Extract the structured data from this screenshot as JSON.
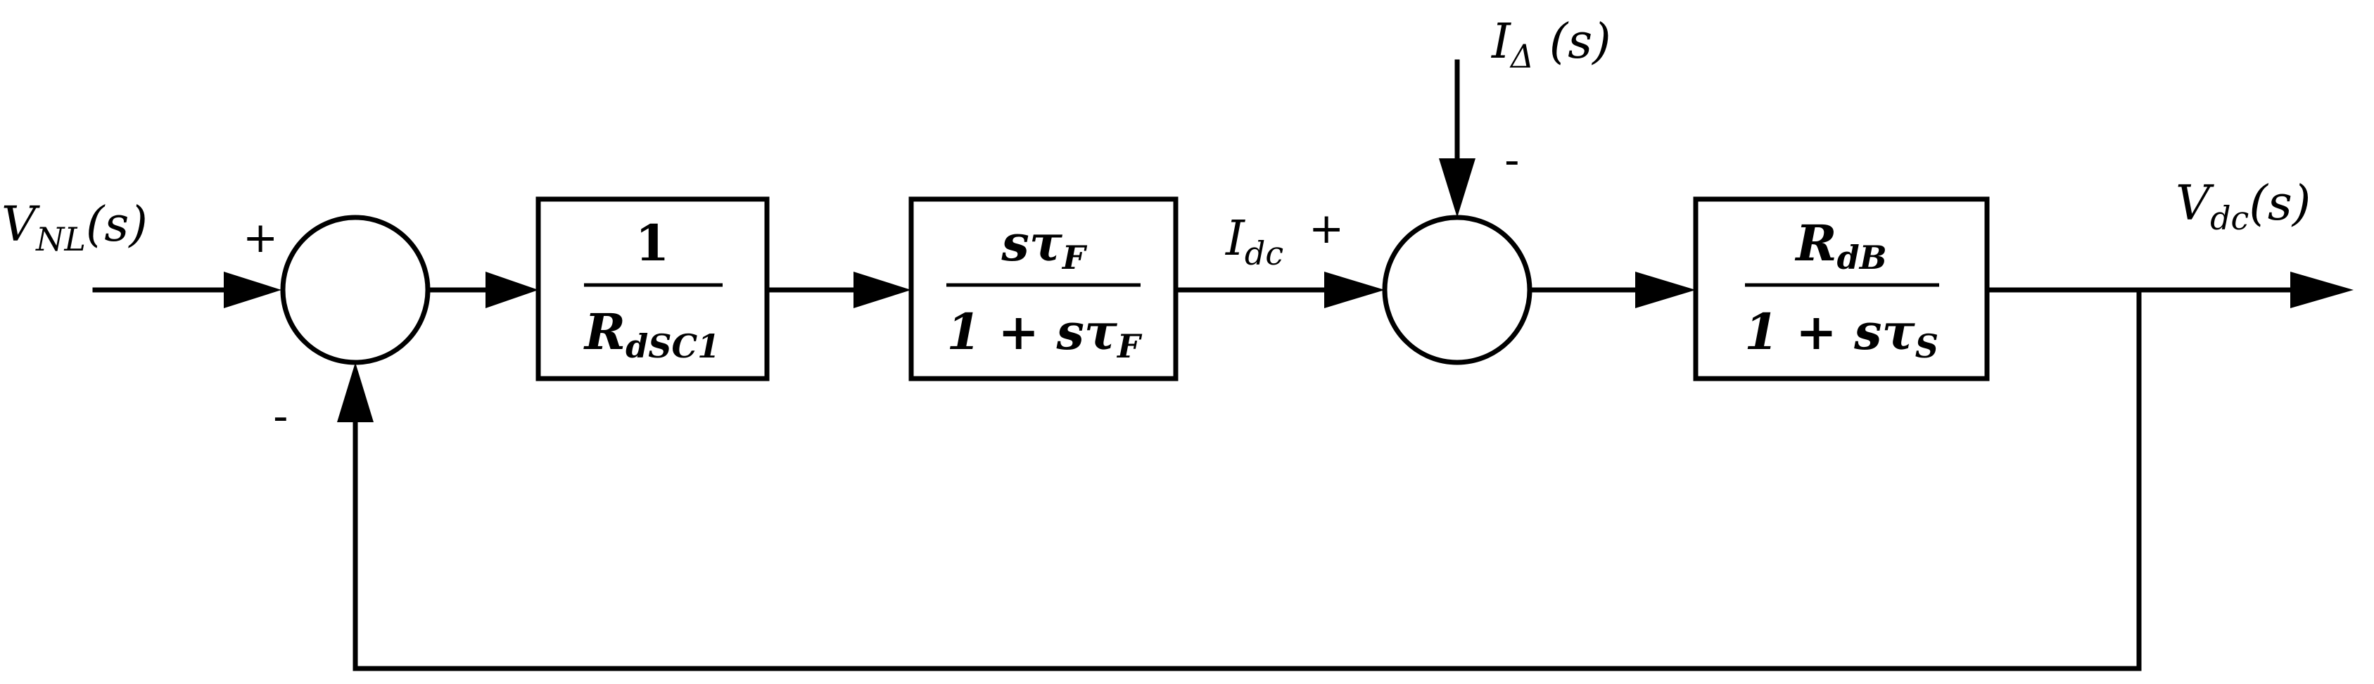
{
  "signals": {
    "input": {
      "main": "V",
      "sub": "NL",
      "tail": "(s)"
    },
    "disturbance": {
      "main": "I",
      "sub": "Δ",
      "tail": " (s)"
    },
    "intermediate": {
      "main": "I",
      "sub": "dc",
      "tail": ""
    },
    "output": {
      "main": "V",
      "sub": "dc",
      "tail": "(s)"
    }
  },
  "signs": {
    "sum1_plus": "+",
    "sum1_minus": "-",
    "sum2_plus": "+",
    "sum2_minus": "-"
  },
  "blocks": {
    "gain1": {
      "num": "1",
      "den_main": "R",
      "den_sub": "dSC1"
    },
    "filter": {
      "num_main": "sτ",
      "num_sub": "F",
      "den_main": "1 + sτ",
      "den_sub": "F"
    },
    "plant": {
      "num_main": "R",
      "num_sub": "dB",
      "den_main": "1 + sτ",
      "den_sub": "S"
    }
  }
}
